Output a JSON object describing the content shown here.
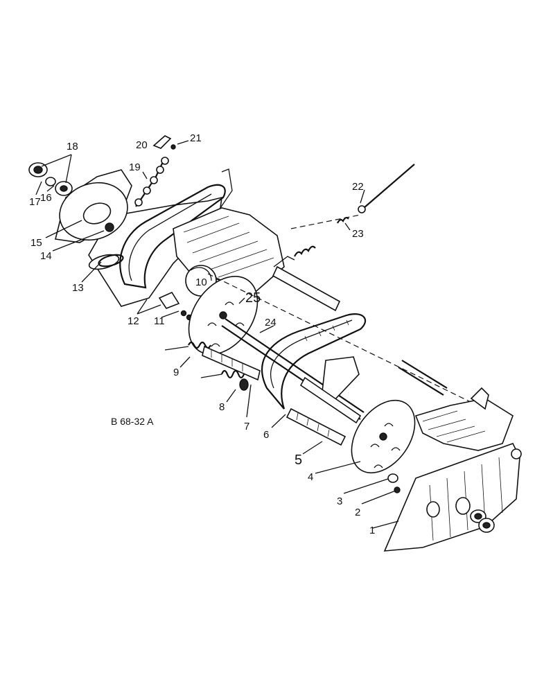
{
  "figure": {
    "reference_code": "B 68-32 A"
  },
  "callouts": {
    "c1": "1",
    "c2": "2",
    "c3": "3",
    "c4": "4",
    "c5": "5",
    "c6": "6",
    "c7": "7",
    "c8": "8",
    "c9": "9",
    "c10": "10",
    "c11": "11",
    "c12": "12",
    "c13": "13",
    "c14": "14",
    "c15": "15",
    "c16": "16",
    "c17": "17",
    "c18": "18",
    "c19": "19",
    "c20": "20",
    "c21": "21",
    "c22": "22",
    "c23": "23",
    "c24": "24",
    "c25": "25"
  }
}
